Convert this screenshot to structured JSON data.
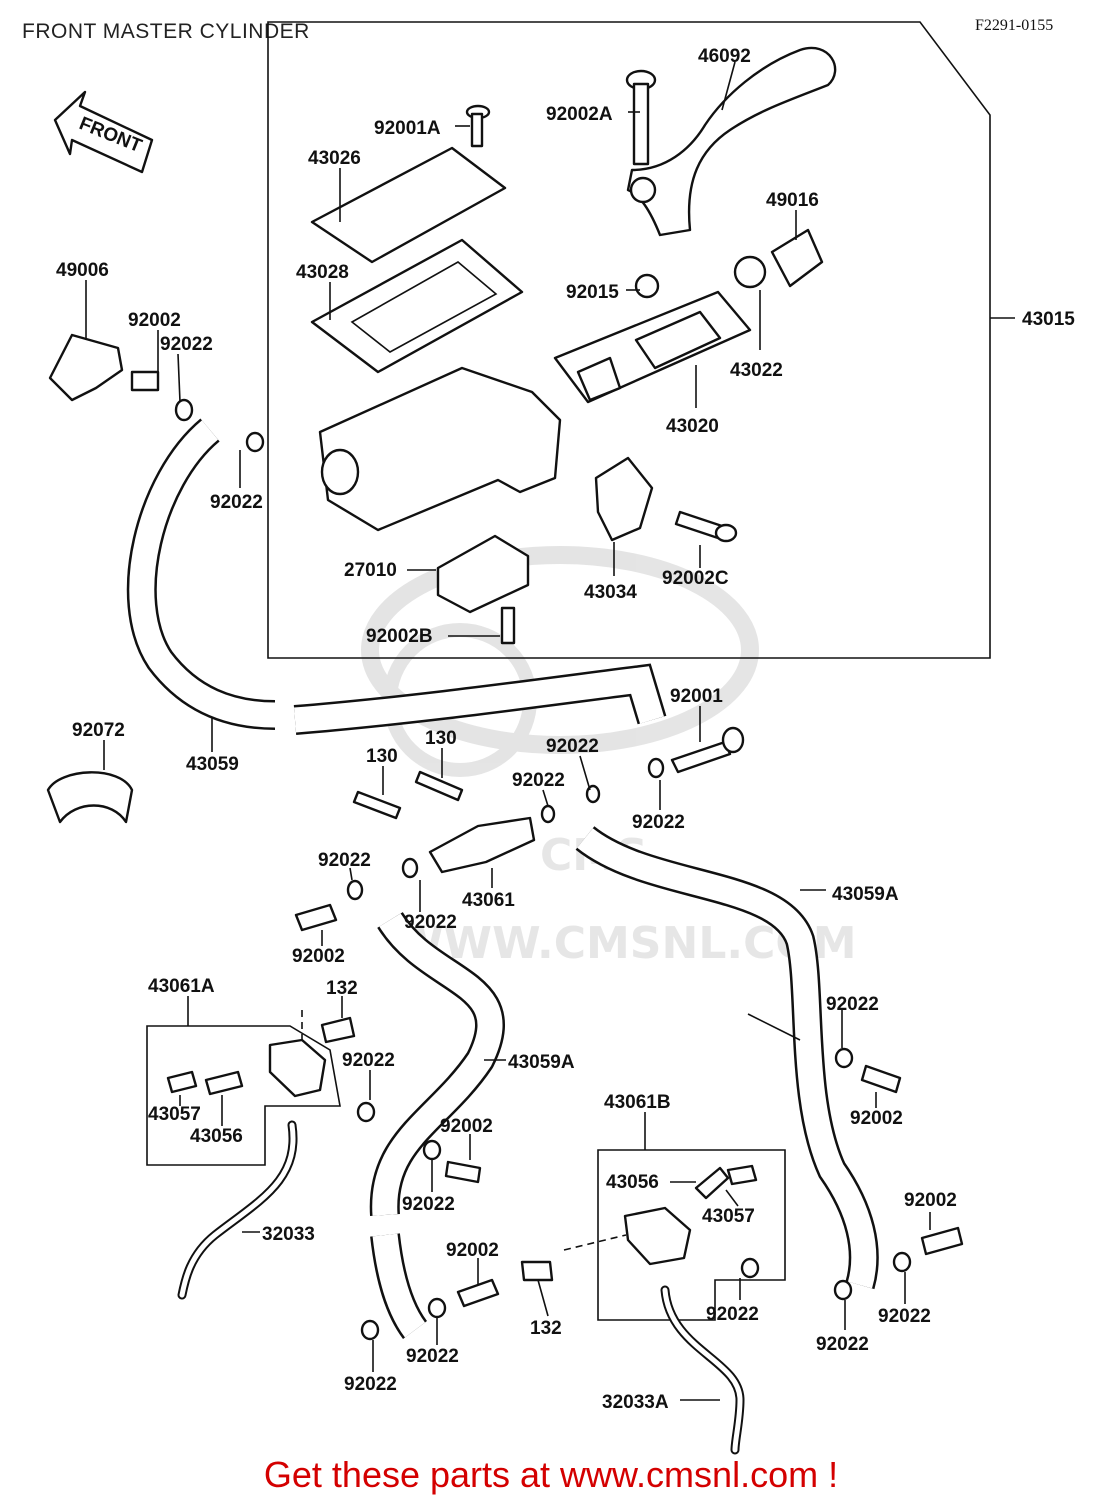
{
  "header": {
    "title": "FRONT MASTER CYLINDER",
    "diagram_ref": "F2291-0155"
  },
  "front_arrow": {
    "label": "FRONT"
  },
  "labels": {
    "p46092": "46092",
    "p92001A": "92001A",
    "p92002A": "92002A",
    "p43026": "43026",
    "p49016": "49016",
    "p49006": "49006",
    "p43028": "43028",
    "p92015": "92015",
    "p43015": "43015",
    "p92002_a": "92002",
    "p92022_a": "92022",
    "p43022": "43022",
    "p43020": "43020",
    "p92022_b": "92022",
    "p27010": "27010",
    "p43034": "43034",
    "p92002C": "92002C",
    "p92002B": "92002B",
    "p92001": "92001",
    "p92072": "92072",
    "p130_a": "130",
    "p130_b": "130",
    "p92022_c": "92022",
    "p92022_d": "92022",
    "p43059": "43059",
    "p92022_e": "92022",
    "p92022_f": "92022",
    "p43061": "43061",
    "p43059A_a": "43059A",
    "p92022_g": "92022",
    "p92002_b": "92002",
    "p43061A": "43061A",
    "p132_a": "132",
    "p92022_h": "92022",
    "p43059A_b": "43059A",
    "p92022_i": "92022",
    "p43057_a": "43057",
    "p43056_a": "43056",
    "p92002_c": "92002",
    "p43061B": "43061B",
    "p92002_d": "92002",
    "p92022_j": "92022",
    "p32033": "32033",
    "p43056_b": "43056",
    "p43057_b": "43057",
    "p92002_e": "92002",
    "p92002_f": "92002",
    "p132_b": "132",
    "p92022_k": "92022",
    "p92022_l": "92022",
    "p92022_m": "92022",
    "p92022_n": "92022",
    "p92022_o": "92022",
    "p32033A": "32033A"
  },
  "watermark": {
    "text": "WWW.CMSNL.COM",
    "logo_text": "CMS"
  },
  "footer": {
    "promo": "Get these parts at www.cmsnl.com !"
  }
}
